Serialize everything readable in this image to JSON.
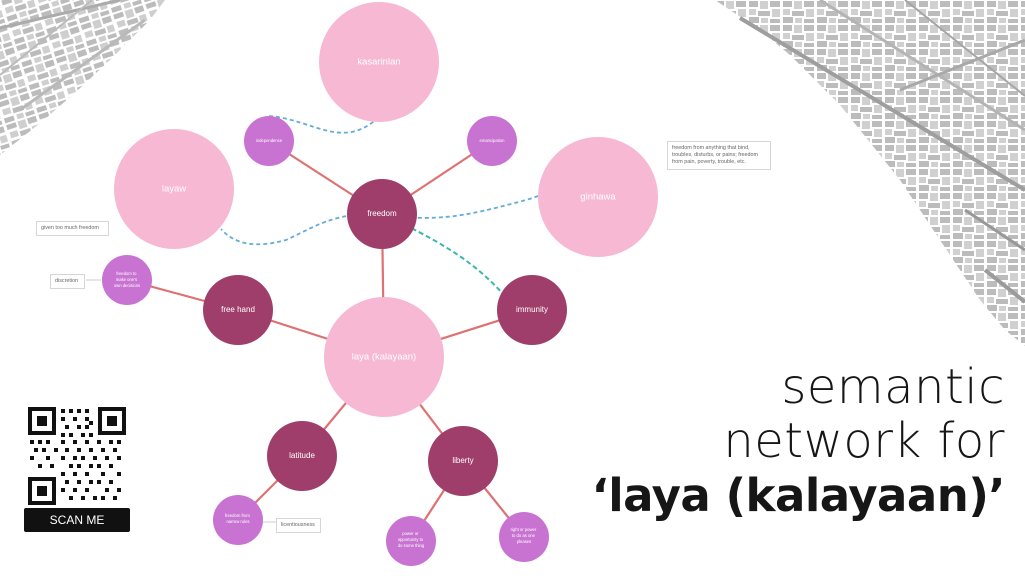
{
  "title": {
    "line1": "semantic",
    "line2": "network for",
    "line3": "‘laya (kalayaan)’"
  },
  "qr": {
    "button_label": "SCAN ME"
  },
  "colors": {
    "pink": "#f7b8d3",
    "dark": "#9f3e6a",
    "purple": "#c873d1",
    "edge_red": "#de7171",
    "edge_blue": "#63acd9",
    "edge_teal": "#3db7a8",
    "city_map_line": "#a8a8a8"
  },
  "diagram": {
    "nodes": [
      {
        "id": "kasarinlan",
        "label": "kasarinlan",
        "style": "pink"
      },
      {
        "id": "layaw",
        "label": "layaw",
        "style": "pink"
      },
      {
        "id": "ginhawa",
        "label": "ginhawa",
        "style": "pink"
      },
      {
        "id": "laya",
        "label": "laya (kalayaan)",
        "style": "pink"
      },
      {
        "id": "freedom",
        "label": "freedom",
        "style": "dark"
      },
      {
        "id": "freehand",
        "label": "free hand",
        "style": "dark"
      },
      {
        "id": "immunity",
        "label": "immunity",
        "style": "dark"
      },
      {
        "id": "latitude",
        "label": "latitude",
        "style": "dark"
      },
      {
        "id": "liberty",
        "label": "liberty",
        "style": "dark"
      },
      {
        "id": "independence",
        "label": "independence",
        "style": "purple"
      },
      {
        "id": "emancipation",
        "label": "emancipation",
        "style": "purple"
      },
      {
        "id": "freedomtomake",
        "label": "freedom to make one's own decisions",
        "style": "purple"
      },
      {
        "id": "freedomfromrules",
        "label": "freedom from narrow rules",
        "style": "purple"
      },
      {
        "id": "powerofopportunity",
        "label": "power or opportunity to do some thing",
        "style": "purple"
      },
      {
        "id": "rightorpower",
        "label": "right or power to do as one pleases",
        "style": "purple"
      }
    ],
    "edges": [
      {
        "from": "freedom",
        "to": "independence",
        "kind": "solid"
      },
      {
        "from": "freedom",
        "to": "emancipation",
        "kind": "solid"
      },
      {
        "from": "freedom",
        "to": "laya",
        "kind": "solid"
      },
      {
        "from": "laya",
        "to": "freehand",
        "kind": "solid"
      },
      {
        "from": "laya",
        "to": "immunity",
        "kind": "solid"
      },
      {
        "from": "laya",
        "to": "latitude",
        "kind": "solid"
      },
      {
        "from": "laya",
        "to": "liberty",
        "kind": "solid"
      },
      {
        "from": "freehand",
        "to": "freedomtomake",
        "kind": "solid"
      },
      {
        "from": "latitude",
        "to": "freedomfromrules",
        "kind": "solid"
      },
      {
        "from": "liberty",
        "to": "powerofopportunity",
        "kind": "solid"
      },
      {
        "from": "liberty",
        "to": "rightorpower",
        "kind": "solid"
      },
      {
        "from": "independence",
        "to": "kasarinlan",
        "kind": "dashed-blue"
      },
      {
        "from": "freedom",
        "to": "layaw",
        "kind": "dashed-blue"
      },
      {
        "from": "freedom",
        "to": "ginhawa",
        "kind": "dashed-blue"
      },
      {
        "from": "freedom",
        "to": "immunity",
        "kind": "dashed-teal"
      }
    ]
  },
  "notes": {
    "ginhawa_def": "freedom from anything that bind, troubles, disturbs, or pains; freedom from pain, poverty, trouble, etc.",
    "layaw_def": "given too much freedom",
    "discretion": "discretion",
    "licentiousness": "licentiousness"
  }
}
